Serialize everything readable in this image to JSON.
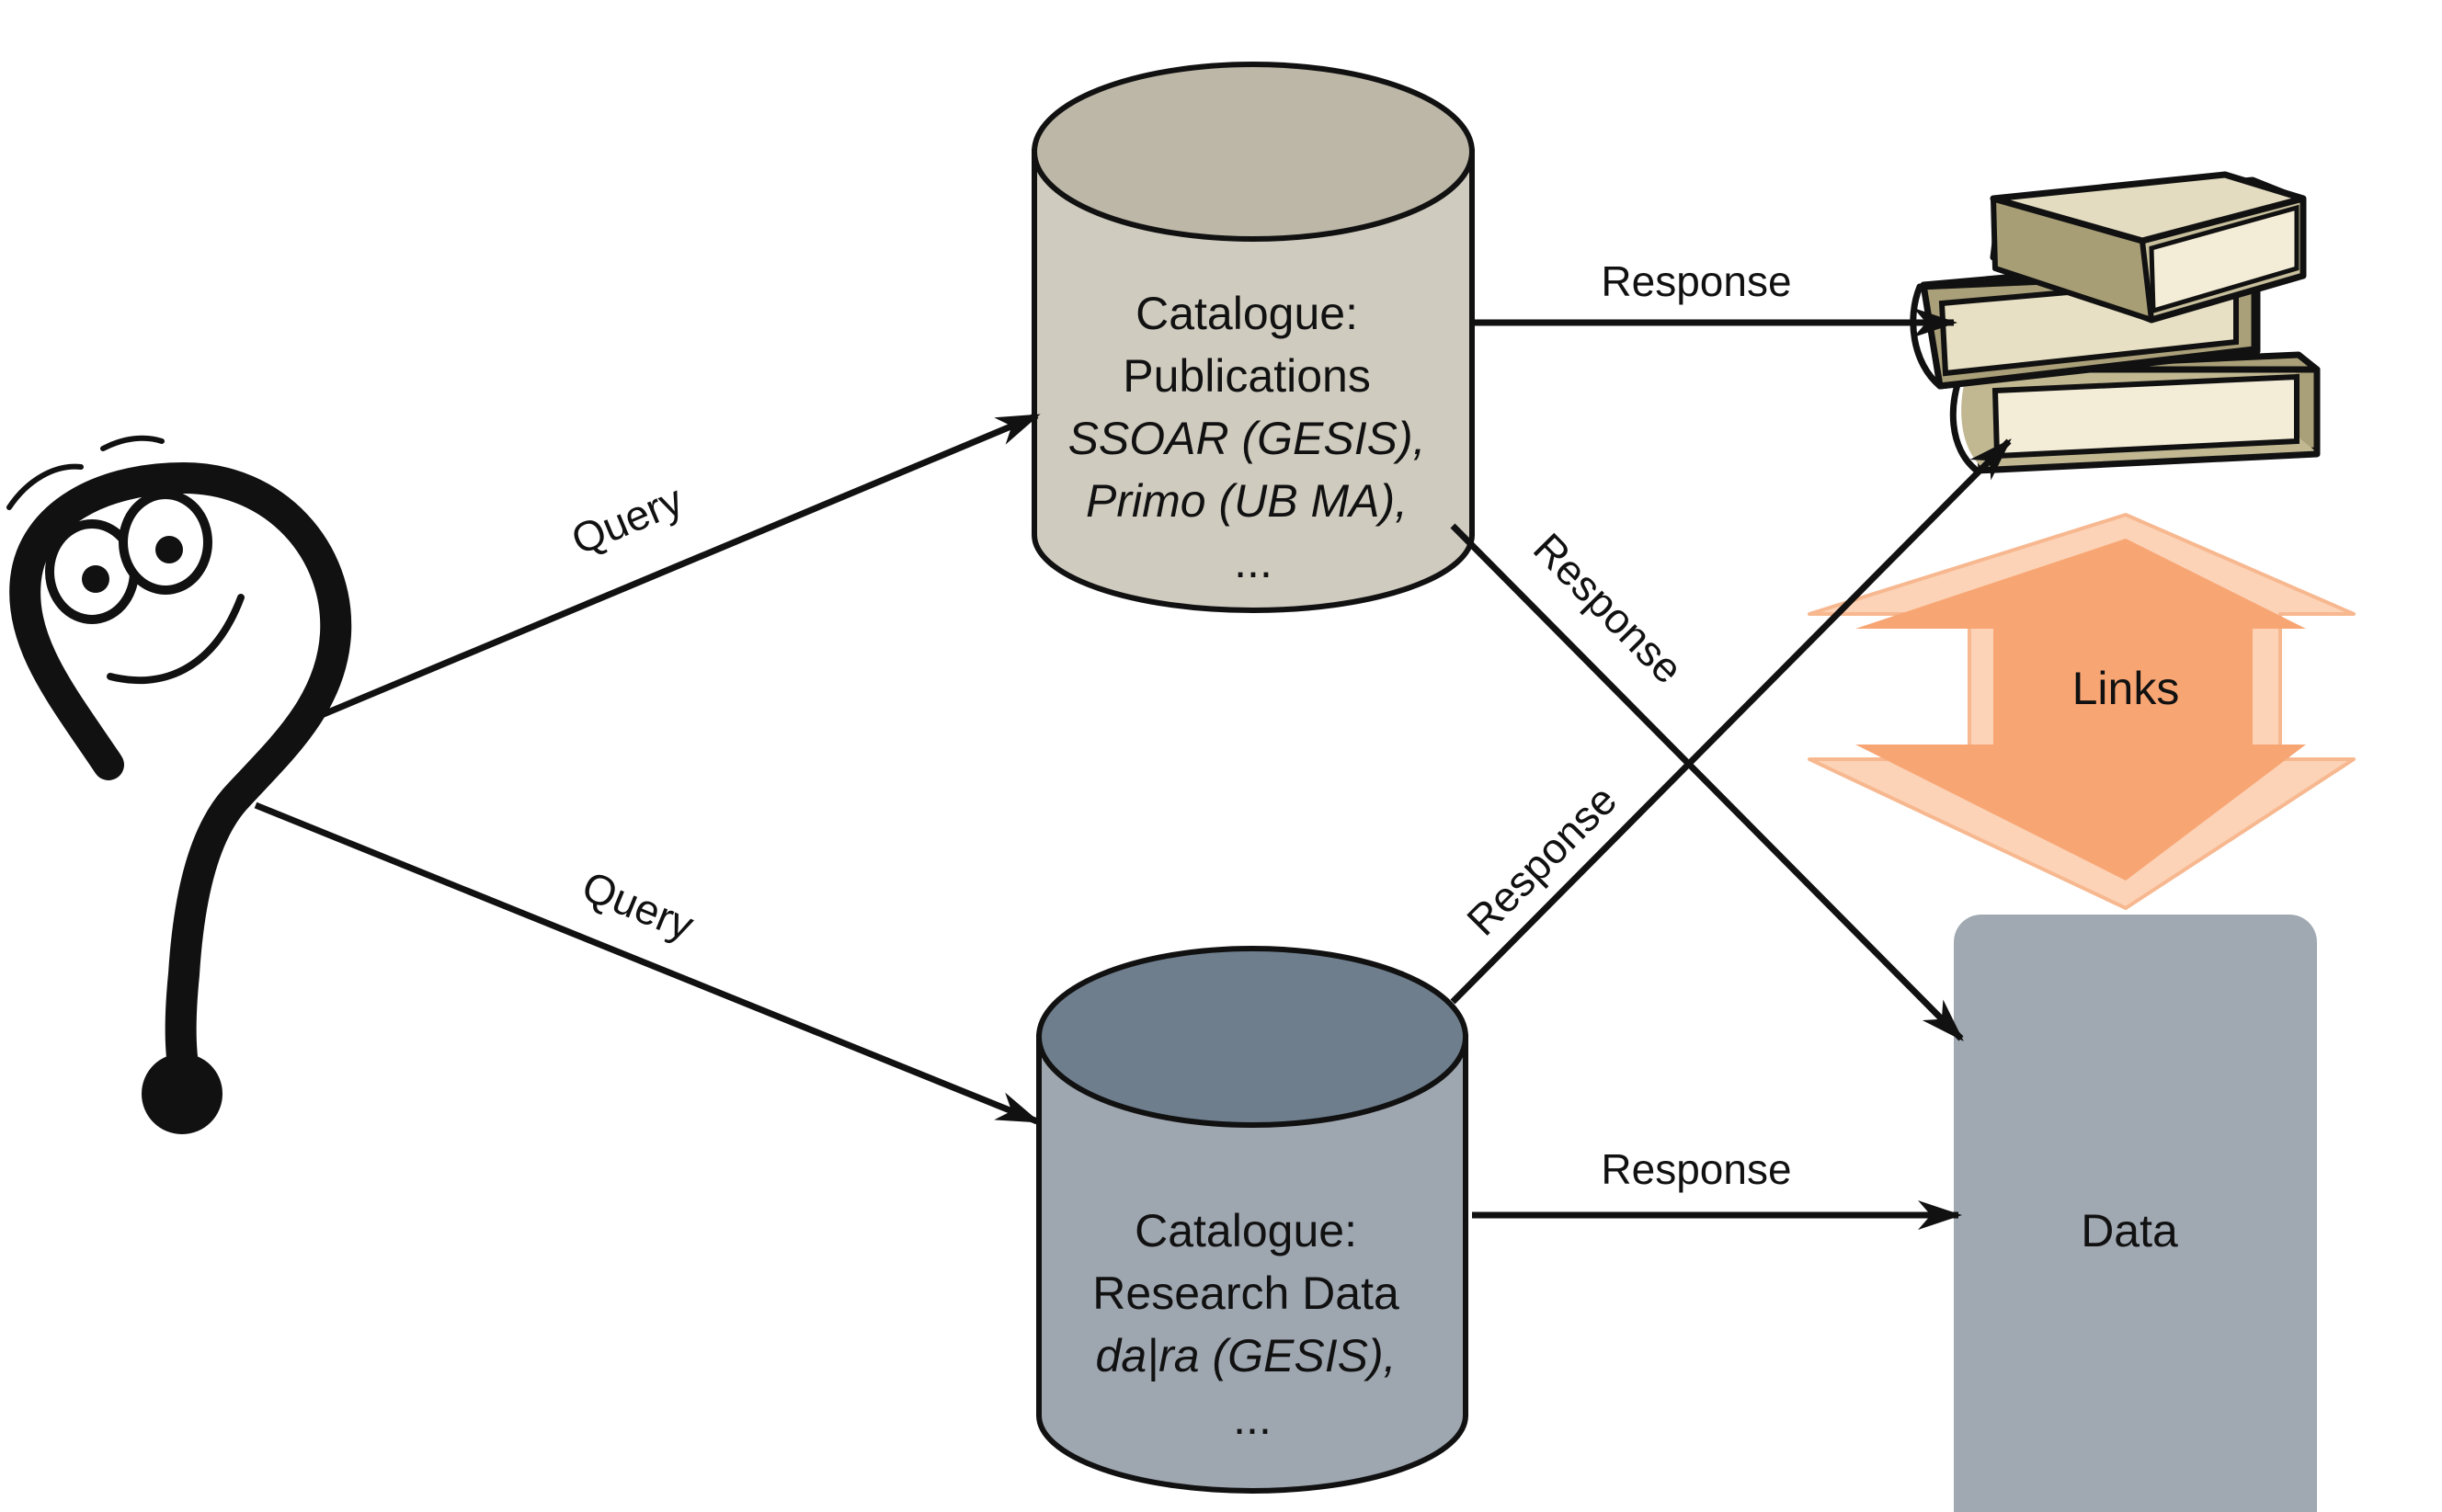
{
  "colors": {
    "publications_catalogue_fill": "#cfcbbf",
    "publications_catalogue_top": "#bdb7a8",
    "research_catalogue_fill": "#9ea6b0",
    "research_catalogue_top": "#6e7e8d",
    "data_box_fill": "#a0a8b2",
    "links_arrow_fill": "#f8a574",
    "links_arrow_outline": "#fcd3b6",
    "book_cover": "#b2aa86",
    "book_pages": "#f3ecd6"
  },
  "icons": {
    "user": "question-mark-character-icon",
    "publications": "book-stack-icon",
    "links": "double-headed-arrow-icon"
  },
  "edges": {
    "query_top": "Query",
    "query_bottom": "Query",
    "pub_to_books": "Response",
    "pub_to_data": "Response",
    "research_to_books": "Response",
    "research_to_data": "Response"
  },
  "catalogue_publications": {
    "line1": "Catalogue:",
    "line2": "Publications",
    "line3": "SSOAR (GESIS),",
    "line4": "Primo (UB MA),",
    "line5": "..."
  },
  "catalogue_research": {
    "line1": "Catalogue:",
    "line2": "Research Data",
    "line3": "da|ra (GESIS),",
    "line4": "..."
  },
  "links_label": "Links",
  "data_label": "Data"
}
